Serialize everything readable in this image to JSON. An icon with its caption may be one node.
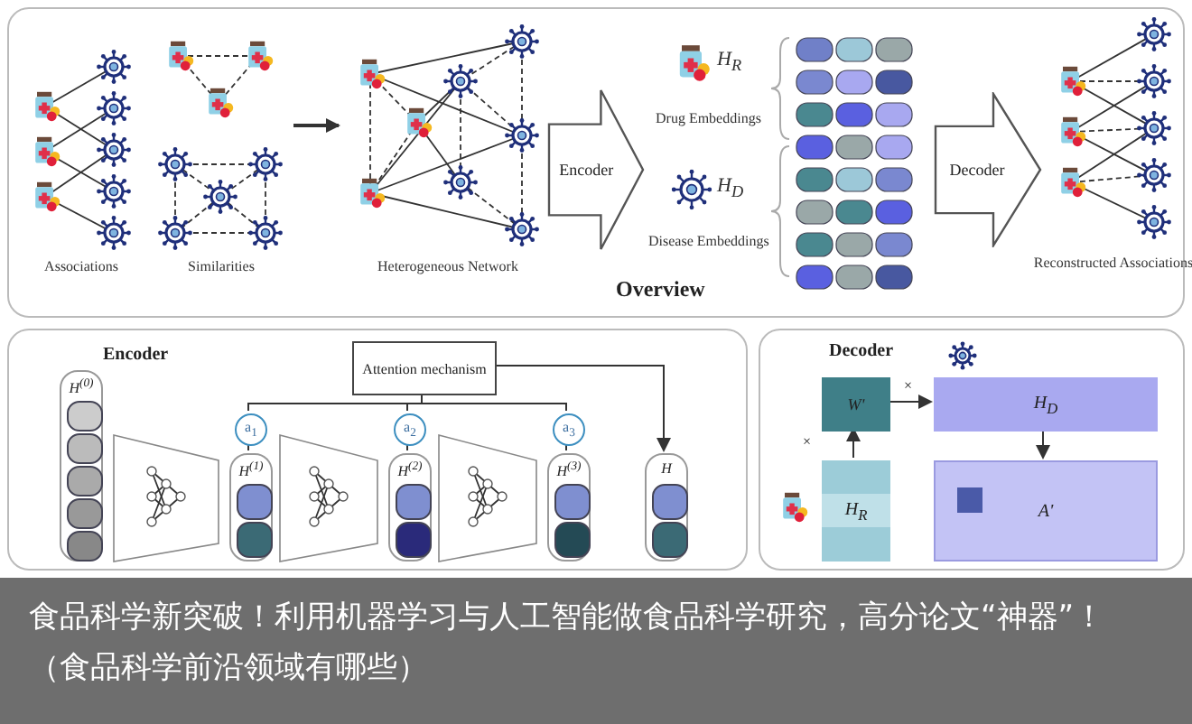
{
  "diagram": {
    "caption": "食品科学新突破！利用机器学习与人工智能做食品科学研究，高分论文“神器”！（食品科学前沿领域有哪些）",
    "nodes": [
      {
        "text": [
          "Overview"
        ]
      },
      {
        "text": [],
        "shape": "picture",
        "in": 0,
        "beside": [
          "Associations"
        ]
      },
      {
        "text": [],
        "shape": "picture",
        "in": 0,
        "beside": [
          "Similarities"
        ]
      },
      {
        "text": [],
        "shape": "picture",
        "in": 0,
        "beside": [
          "Heterogeneous Network"
        ]
      },
      {
        "text": [
          "Encoder"
        ],
        "in": 0
      },
      {
        "text": [
          "Decoder"
        ],
        "in": 0
      },
      {
        "text": [],
        "shape": "picture",
        "in": 0,
        "beside": [
          "Reconstructed Associations"
        ]
      },
      {
        "text": [
          "Encoder"
        ]
      },
      {
        "text": [
          "Attention mechanism"
        ],
        "in": 7
      },
      {
        "text": [
          "H$^{(0)}$"
        ],
        "in": 7
      },
      {
        "text": [
          "a$_{1}$"
        ],
        "in": 7
      },
      {
        "text": [
          "H$^{(1)}$"
        ],
        "in": 7
      },
      {
        "text": [
          "a$_{2}$"
        ],
        "in": 7
      },
      {
        "text": [
          "H$^{(2)}$"
        ],
        "in": 7
      },
      {
        "text": [
          "a$_{3}$"
        ],
        "in": 7
      },
      {
        "text": [
          "H$^{(3)}$"
        ],
        "in": 7
      },
      {
        "text": [
          "H"
        ],
        "in": 7
      },
      {
        "text": [
          "Decoder"
        ]
      },
      {
        "text": [
          "W'"
        ],
        "in": 17
      },
      {
        "text": [
          "H$_{D}$"
        ],
        "in": 17
      },
      {
        "text": [
          "H$_{R}$"
        ],
        "in": 17
      },
      {
        "text": [
          "A'"
        ],
        "in": 17
      }
    ],
    "edges": [
      {
        "from": 2,
        "to": 3,
        "arrow": "to"
      },
      {
        "from": 8,
        "to": 10,
        "arrow": "none"
      },
      {
        "from": 8,
        "to": 12,
        "arrow": "none"
      },
      {
        "from": 8,
        "to": 14,
        "arrow": "none"
      },
      {
        "from": 10,
        "to": 11,
        "arrow": "none"
      },
      {
        "from": 12,
        "to": 13,
        "arrow": "none"
      },
      {
        "from": 14,
        "to": 15,
        "arrow": "none"
      },
      {
        "from": 8,
        "to": 16,
        "arrow": "to"
      },
      {
        "from": 20,
        "to": 18,
        "arrow": "to",
        "label": "×"
      },
      {
        "from": 18,
        "to": 19,
        "arrow": "to",
        "label": "×"
      },
      {
        "from": 19,
        "to": 21,
        "arrow": "to"
      }
    ],
    "labels": [
      "H$_{R}$",
      "Drug Embeddings",
      "H$_{D}$",
      "Disease Embeddings"
    ]
  }
}
